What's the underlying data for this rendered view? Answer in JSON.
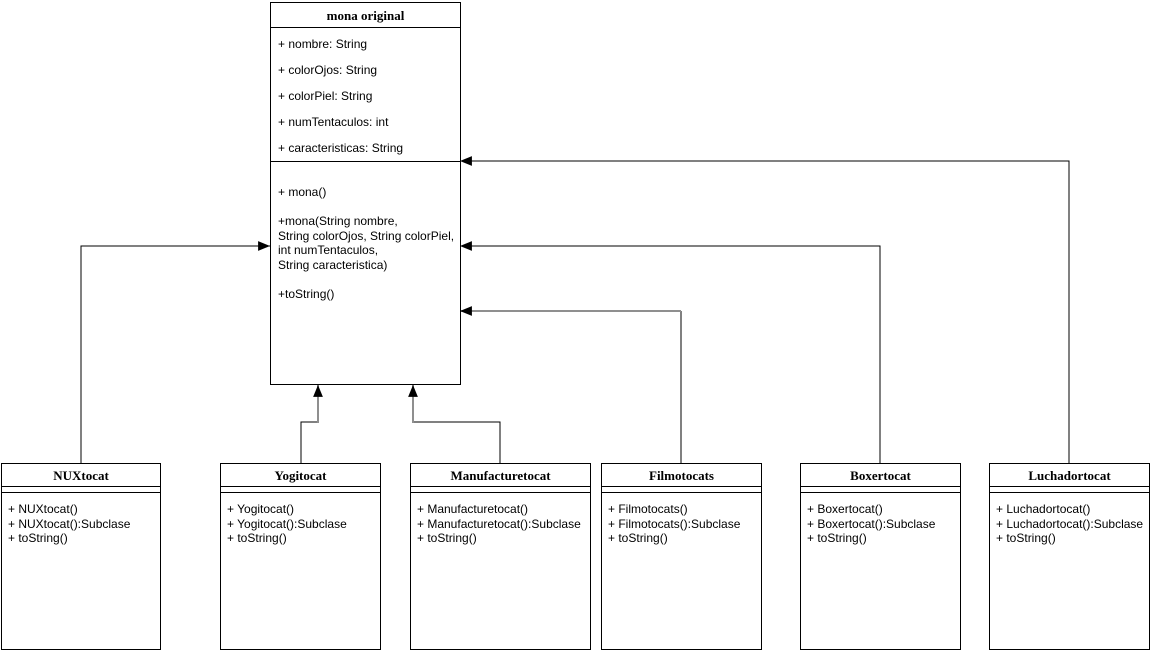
{
  "diagram": {
    "kind": "uml-class-diagram",
    "parent_class": {
      "title": "mona original",
      "attributes": [
        "+ nombre: String",
        "+ colorOjos: String",
        "+ colorPiel: String",
        "+ numTentaculos: int",
        "+ caracteristicas: String"
      ],
      "methods": {
        "m1": "+ mona()",
        "m2_lines": [
          "+mona(String nombre,",
          "String colorOjos, String colorPiel,",
          "int numTentaculos,",
          "String caracteristica)"
        ],
        "m3": "+toString()"
      }
    },
    "subclasses": [
      {
        "title": "NUXtocat",
        "methods": [
          "+ NUXtocat()",
          "+ NUXtocat():Subclase",
          "+ toString()"
        ]
      },
      {
        "title": "Yogitocat",
        "methods": [
          "+ Yogitocat()",
          "+ Yogitocat():Subclase",
          "+ toString()"
        ]
      },
      {
        "title": "Manufacturetocat",
        "methods": [
          "+ Manufacturetocat()",
          "+ Manufacturetocat():Subclase",
          "+ toString()"
        ]
      },
      {
        "title": "Filmotocats",
        "methods": [
          "+ Filmotocats()",
          "+ Filmotocats():Subclase",
          "+ toString()"
        ]
      },
      {
        "title": "Boxertocat",
        "methods": [
          "+ Boxertocat()",
          "+ Boxertocat():Subclase",
          "+ toString()"
        ]
      },
      {
        "title": "Luchadortocat",
        "methods": [
          "+ Luchadortocat()",
          "+ Luchadortocat():Subclase",
          "+ toString()"
        ]
      }
    ],
    "relationships": [
      {
        "from": "NUXtocat",
        "to": "mona original",
        "type": "arrow",
        "enters": "left-edge"
      },
      {
        "from": "Yogitocat",
        "to": "mona original",
        "type": "arrow",
        "enters": "bottom-edge"
      },
      {
        "from": "Manufacturetocat",
        "to": "mona original",
        "type": "arrow",
        "enters": "bottom-edge"
      },
      {
        "from": "Filmotocats",
        "to": "mona original",
        "type": "arrow",
        "enters": "right-edge"
      },
      {
        "from": "Boxertocat",
        "to": "mona original",
        "type": "arrow",
        "enters": "right-edge"
      },
      {
        "from": "Luchadortocat",
        "to": "mona original",
        "type": "arrow",
        "enters": "right-edge"
      }
    ],
    "colors": {
      "line": "#000000",
      "line_muted": "#8f8f8f",
      "box_background": "#ffffff",
      "text": "#000000"
    }
  }
}
